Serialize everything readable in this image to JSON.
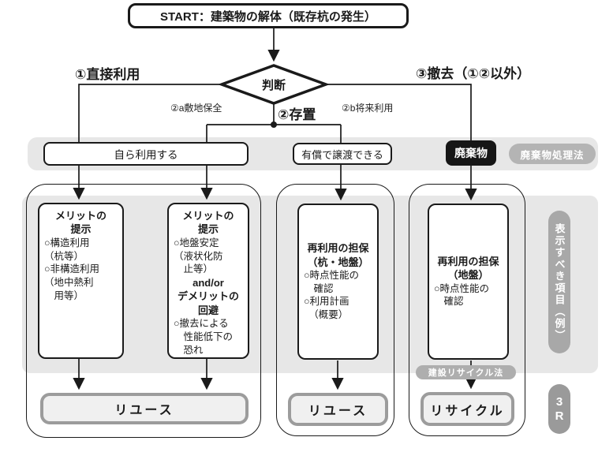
{
  "start": {
    "label": "START：建築物の解体（既存杭の発生）"
  },
  "decision": {
    "label": "判断"
  },
  "branches": {
    "direct_use": "①直接利用",
    "leave_in_place": "②存置",
    "site_preservation": "②a敷地保全",
    "future_use": "②b将来利用",
    "removal": "③撤去（①②以外）"
  },
  "band1": {
    "use_self": "自ら利用する",
    "transfer_paid": "有償で譲渡できる",
    "waste": "廃棄物",
    "waste_law": "廃棄物処理法"
  },
  "columns": [
    {
      "lines": [
        {
          "t": "メリットの",
          "b": true,
          "c": true
        },
        {
          "t": "提示",
          "b": true,
          "c": true
        },
        {
          "t": "○構造利用"
        },
        {
          "t": "（杭等）"
        },
        {
          "t": "○非構造利用"
        },
        {
          "t": "（地中熱利"
        },
        {
          "t": "　用等）"
        }
      ]
    },
    {
      "lines": [
        {
          "t": "メリットの",
          "b": true,
          "c": true
        },
        {
          "t": "提示",
          "b": true,
          "c": true
        },
        {
          "t": "○地盤安定"
        },
        {
          "t": "（液状化防"
        },
        {
          "t": "　止等）"
        },
        {
          "t": "and/or",
          "b": true,
          "c": true
        },
        {
          "t": "デメリットの",
          "b": true,
          "c": true
        },
        {
          "t": "回避",
          "b": true,
          "c": true
        },
        {
          "t": "○撤去による"
        },
        {
          "t": "　性能低下の"
        },
        {
          "t": "　恐れ"
        }
      ]
    },
    {
      "lines": [
        {
          "t": "再利用の担保",
          "b": true,
          "c": true
        },
        {
          "t": "（杭・地盤）",
          "b": true,
          "c": true
        },
        {
          "t": "○時点性能の"
        },
        {
          "t": "　確認"
        },
        {
          "t": "○利用計画"
        },
        {
          "t": "　（概要）"
        }
      ]
    },
    {
      "lines": [
        {
          "t": "再利用の担保",
          "b": true,
          "c": true
        },
        {
          "t": "（地盤）",
          "b": true,
          "c": true
        },
        {
          "t": "○時点性能の"
        },
        {
          "t": "　確認"
        }
      ]
    }
  ],
  "outcomes": {
    "reuse1": "リユース",
    "reuse2": "リユース",
    "recycle": "リサイクル"
  },
  "recycle_law": "建設リサイクル法",
  "side_label": "表示すべき項目（例）",
  "three_r": {
    "line1": "3",
    "line2": "R"
  },
  "colors": {
    "band_gray": "#e7e7e7",
    "line_black": "#1a1a1a",
    "pill_gray": "#aeaeae",
    "outcome_border_gray": "#9c9c9c",
    "outcome_fill": "#f0f0f0",
    "waste_black": "#161616"
  }
}
